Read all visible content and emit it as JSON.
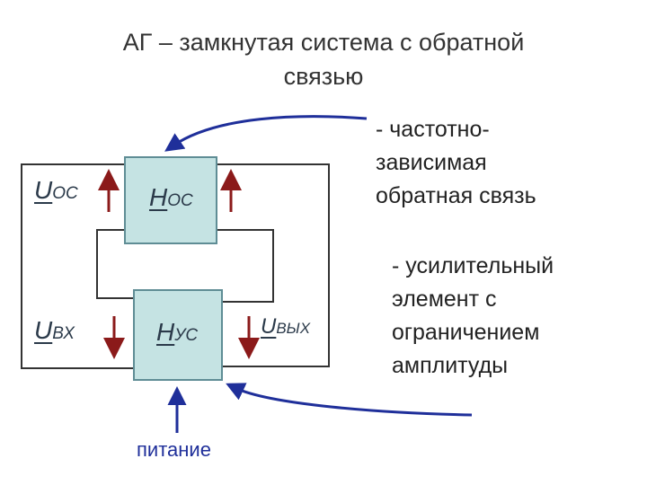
{
  "title": {
    "line1": "АГ – замкнутая система с обратной",
    "line2": "связью"
  },
  "blocks": {
    "feedback": {
      "symbol": "H",
      "subscript": "ОС"
    },
    "amplifier": {
      "symbol": "H",
      "subscript": "УС"
    }
  },
  "signals": {
    "u_fb": {
      "symbol": "U",
      "subscript": "ОС"
    },
    "u_in": {
      "symbol": "U",
      "subscript": "ВХ"
    },
    "u_out": {
      "symbol": "U",
      "subscript": "ВЫХ"
    }
  },
  "notes": {
    "feedback": [
      "- частотно-",
      "зависимая",
      "обратная связь"
    ],
    "amplifier": [
      "- усилительный",
      "элемент с",
      "ограничением",
      "амплитуды"
    ]
  },
  "power_label": "питание",
  "colors": {
    "block_fill": "#c5e3e3",
    "block_border": "#5f8d95",
    "signal_arrow": "#8b1a1a",
    "pointer_arrow": "#1f2f9a",
    "wire": "#333333"
  }
}
